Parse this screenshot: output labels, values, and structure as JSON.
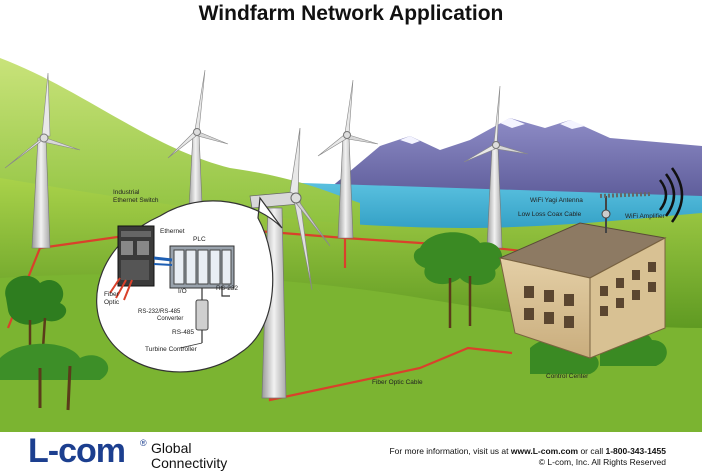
{
  "title": "Windfarm Network Application",
  "labels": {
    "industrial_switch": [
      "Industrial",
      "Ethernet Switch"
    ],
    "ethernet": "Ethernet",
    "plc": "PLC",
    "fiber_optic": [
      "Fiber",
      "Optic"
    ],
    "io": "I/O",
    "rs232": "RS-232",
    "converter": [
      "RS-232/RS-485",
      "Converter"
    ],
    "rs485": "RS-485",
    "turbine_controller": "Turbine Controller",
    "wifi_antenna": "WiFi Yagi Antenna",
    "coax_cable": "Low Loss Coax Cable",
    "wifi_amplifier": "WiFi Amplifier",
    "fiber_cable": "Fiber Optic Cable",
    "control_center": "Control Center"
  },
  "footer": {
    "logo": "L-com",
    "registered": "®",
    "tagline_line1": "Global",
    "tagline_line2": "Connectivity",
    "info_prefix": "For more information, visit us at ",
    "info_site": "www.L-com.com",
    "info_mid": " or call ",
    "info_phone": "1-800-343-1455",
    "copyright": "© L-com, Inc. All Rights Reserved"
  },
  "colors": {
    "sky": "#ffffff",
    "hills": "#9ccc3c",
    "water": "#2aa3c7",
    "mountain": "#6b6aa8",
    "fiber": "#d9412b",
    "brand": "#1c3f8f"
  }
}
